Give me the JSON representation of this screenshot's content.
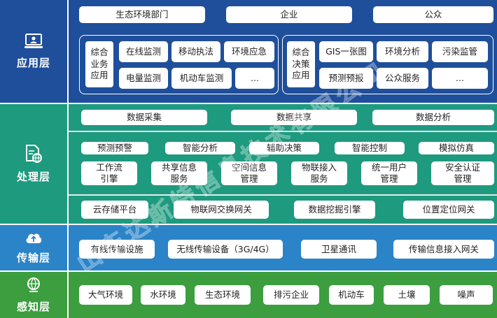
{
  "layers": {
    "application": {
      "label": "应用层",
      "icon": "computer-user-icon",
      "audiences": [
        "生态环境部门",
        "企业",
        "公众"
      ],
      "group_business": {
        "title": "综合业务应用",
        "items": [
          "在线监测",
          "移动执法",
          "环境应急",
          "电量监测",
          "机动车监测",
          "..."
        ]
      },
      "group_decision": {
        "title": "综合决策应用",
        "items": [
          "GIS一张图",
          "环境分析",
          "污染监管",
          "预测预报",
          "公众服务",
          "..."
        ]
      }
    },
    "processing": {
      "label": "处理层",
      "icon": "document-globe-icon",
      "row1": [
        "数据采集",
        "数据共享",
        "数据分析"
      ],
      "row2": [
        "预测预警",
        "智能分析",
        "辅助决策",
        "智能控制",
        "模拟仿真"
      ],
      "row3": [
        "工作流引擎",
        "共享信息服务",
        "空间信息管理",
        "物联接入服务",
        "统一用户管理",
        "安全认证管理"
      ],
      "row4": [
        "云存储平台",
        "物联网交换网关",
        "数据挖掘引擎",
        "位置定位网关"
      ]
    },
    "transport": {
      "label": "传输层",
      "icon": "cloud-upload-icon",
      "items": [
        "有线传输设施",
        "无线传输设备（3G/4G）",
        "卫星通讯",
        "传输信息接入网关"
      ]
    },
    "sensing": {
      "label": "感知层",
      "icon": "globe-pin-icon",
      "items": [
        "大气环境",
        "水环境",
        "生态环境",
        "排污企业",
        "机动车",
        "土壤",
        "噪声"
      ]
    }
  },
  "watermark": "山东达斯特信息技术有限公司"
}
